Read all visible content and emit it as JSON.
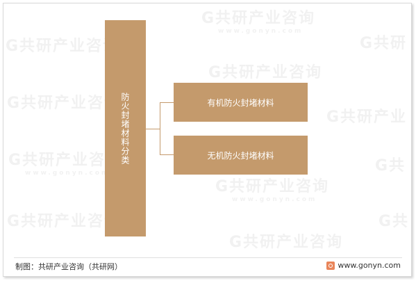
{
  "diagram": {
    "root": {
      "label": "防火封堵材料分类"
    },
    "children": [
      {
        "label": "有机防火封堵材料"
      },
      {
        "label": "无机防火封堵材料"
      }
    ]
  },
  "footer": {
    "source": "制图：共研产业咨询（共研网）",
    "url": "www.gonyn.com"
  },
  "colors": {
    "box_fill": "#c49a6c",
    "box_text": "#ffffff",
    "connector": "#c49a6c"
  }
}
